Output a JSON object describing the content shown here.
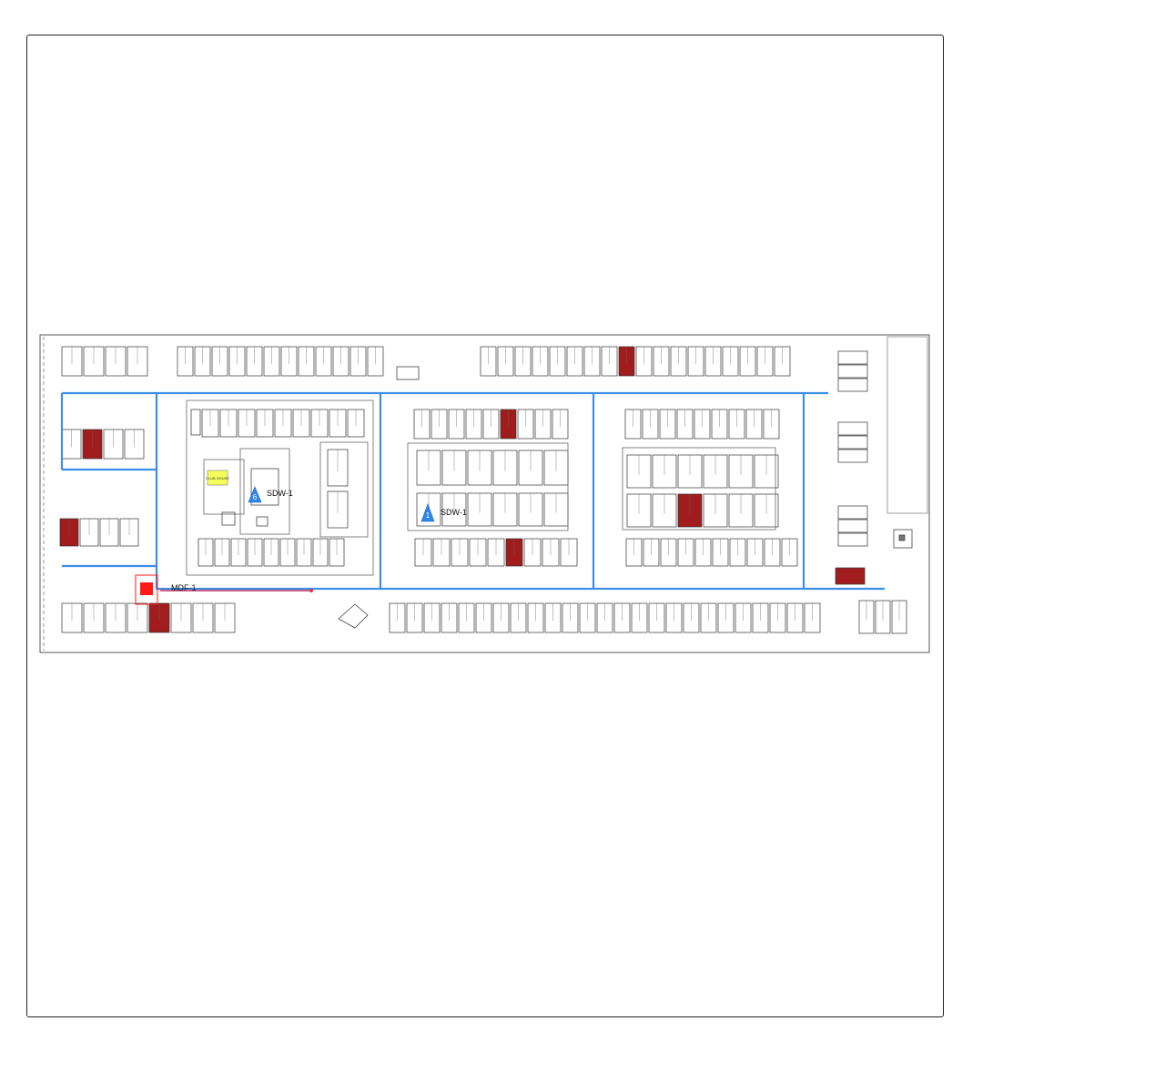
{
  "markers": {
    "sdw_a": {
      "number": "6",
      "label": "SDW-1"
    },
    "sdw_b": {
      "number": "1",
      "label": "SDW-1"
    },
    "mdf": {
      "label": "MDF-1"
    }
  },
  "clubhouse_label": "CLUB HOUSE",
  "colors": {
    "cable": "#3d8ee8",
    "highlight_unit": "#a11d1d",
    "mdf": "#ff1a1a",
    "riser": "#c03060"
  },
  "icons": [
    "access-point-icon",
    "mdf-icon"
  ]
}
